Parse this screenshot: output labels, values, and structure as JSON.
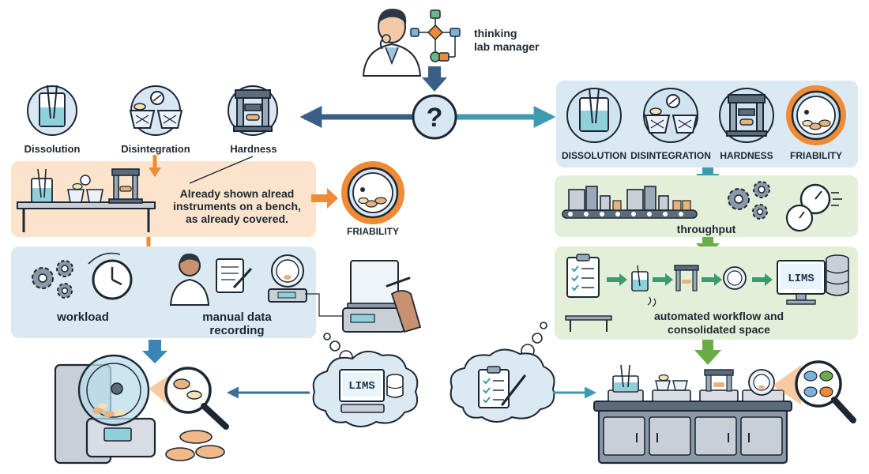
{
  "manager": {
    "label_line1": "thinking",
    "label_line2": "lab manager"
  },
  "question": {
    "symbol": "?"
  },
  "left": {
    "tests": [
      "Dissolution",
      "Disintegration",
      "Hardness"
    ],
    "bench_note": [
      "Already shown alread",
      "instruments on a bench,",
      "as already covered."
    ],
    "friability_label": "FRIABILITY",
    "workload_label": "workload",
    "manual_label": [
      "manual data",
      "recording"
    ],
    "lims_label": "LIMS"
  },
  "right": {
    "tests": [
      "DISSOLUTION",
      "DISINTEGRATION",
      "HARDNESS",
      "FRIABILITY"
    ],
    "throughput_label": "throughput",
    "workflow_label": [
      "automated workflow and",
      "consolidated space"
    ],
    "lims_label": "LIMS"
  },
  "colors": {
    "panel_blue": "#dbe9f3",
    "panel_peach": "#fbe3cc",
    "panel_green": "#e3efd9",
    "arrow_orange": "#ef8a35",
    "arrow_blue": "#3b84b5",
    "arrow_green": "#6aac45",
    "arrow_navy": "#3a5f86",
    "arrow_teal": "#3d9ab0"
  }
}
